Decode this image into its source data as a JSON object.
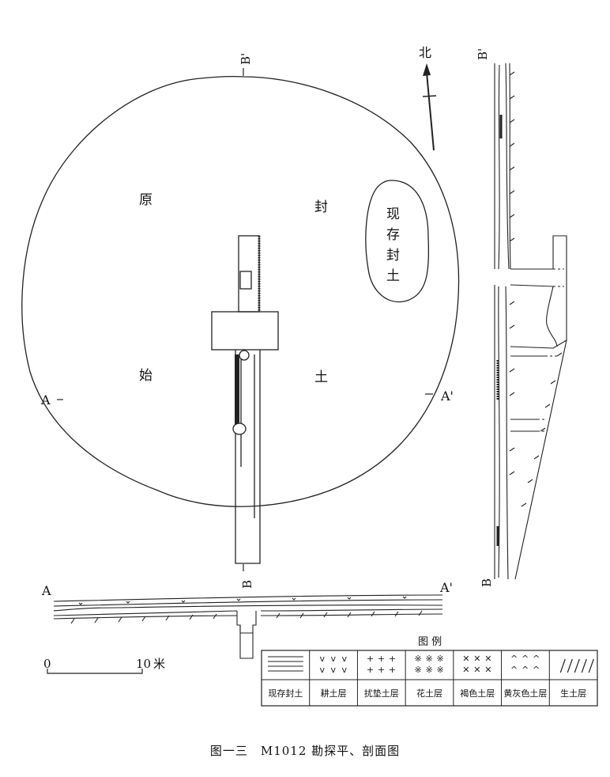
{
  "plan": {
    "labels": {
      "yuan": "原",
      "feng": "封",
      "shi": "始",
      "tu": "土",
      "a_left": "A",
      "a_right": "A'",
      "b_top": "B'",
      "b_bottom": "B"
    },
    "existing_mound": [
      "现",
      "存",
      "封",
      "土"
    ],
    "north": "北"
  },
  "section_ab": {
    "a_left": "A",
    "a_right": "A'"
  },
  "section_bb": {
    "b_top": "B'",
    "b_bottom": "B"
  },
  "scale": {
    "start": "0",
    "end": "10",
    "unit": "米"
  },
  "legend": {
    "title": "图 例",
    "items": [
      {
        "label": "现存封土",
        "symbol": "lines"
      },
      {
        "label": "耕土层",
        "symbol": "v"
      },
      {
        "label": "扰垫土层",
        "symbol": "cross"
      },
      {
        "label": "花土层",
        "symbol": "snow"
      },
      {
        "label": "褐色土层",
        "symbol": "x"
      },
      {
        "label": "黄灰色土层",
        "symbol": "caret"
      },
      {
        "label": "生土层",
        "symbol": "slash"
      }
    ]
  },
  "caption": "图一三　M1012 勘探平、剖面图"
}
